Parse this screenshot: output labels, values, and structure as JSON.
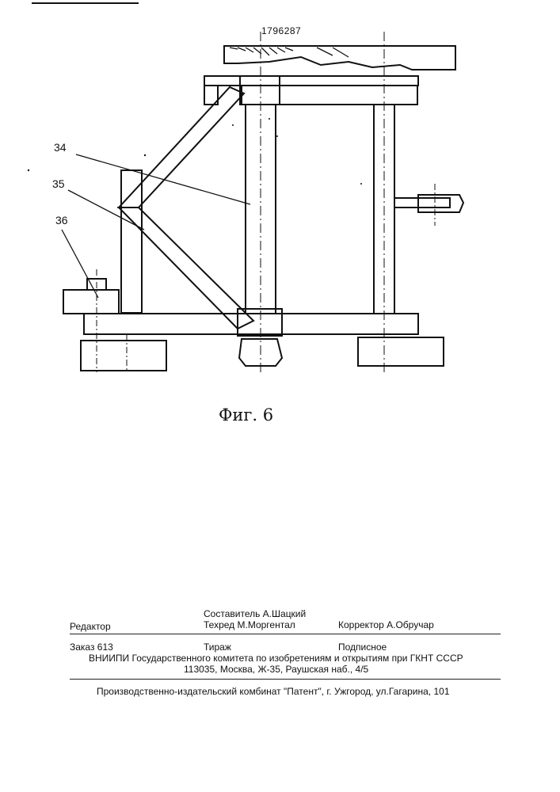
{
  "document": {
    "patent_number": "1796287",
    "figure_caption": "Фиг. 6",
    "callouts": [
      "34",
      "35",
      "36"
    ]
  },
  "footer": {
    "compiler": "Составитель  А.Шацкий",
    "editor": "Редактор",
    "techred": "Техред М.Моргентал",
    "corrector": "Корректор  А.Обручар",
    "order": "Заказ  613",
    "circulation": "Тираж",
    "subscription": "Подписное",
    "institution": "ВНИИПИ Государственного комитета по изобретениям и открытиям при ГКНТ СССР",
    "address": "113035, Москва, Ж-35, Раушская наб., 4/5",
    "publisher": "Производственно-издательский комбинат \"Патент\", г. Ужгород, ул.Гагарина, 101"
  }
}
